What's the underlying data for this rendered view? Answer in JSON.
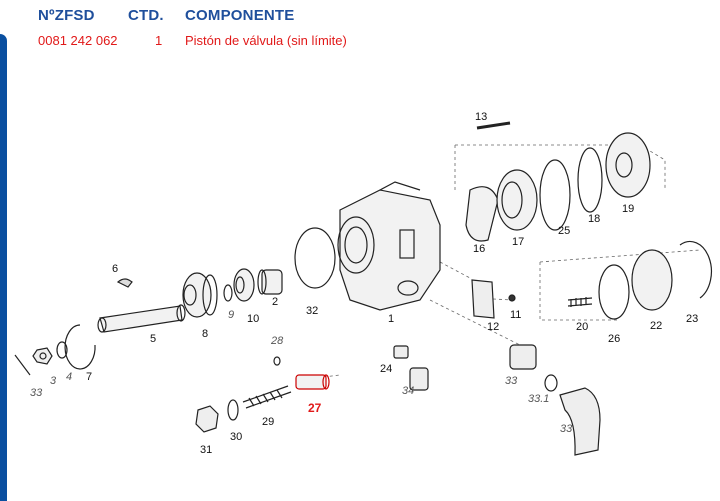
{
  "header": {
    "col_code": "NºZFSD",
    "col_qty": "CTD.",
    "col_component": "COMPONENTE"
  },
  "row": {
    "code": "0081 242 062",
    "qty": "1",
    "component": "Pistón de válvula (sin límite)"
  },
  "colors": {
    "header_text": "#1f4f9c",
    "row_text": "#e11919",
    "accent_bar": "#0a4fa0"
  },
  "part_labels": {
    "p1": "1",
    "p2": "2",
    "p3": "3",
    "p4": "4",
    "p5": "5",
    "p6": "6",
    "p7": "7",
    "p8": "8",
    "p9": "9",
    "p10": "10",
    "p11": "11",
    "p12": "12",
    "p13": "13",
    "p16": "16",
    "p17": "17",
    "p18": "18",
    "p19": "19",
    "p20": "20",
    "p22": "22",
    "p23": "23",
    "p24": "24",
    "p25": "25",
    "p26": "26",
    "p27": "27",
    "p28": "28",
    "p29": "29",
    "p30": "30",
    "p31": "31",
    "p32": "32",
    "p33a": "33",
    "p33b": "33",
    "p33c": "33",
    "p33_1": "33.1",
    "p34": "34"
  }
}
